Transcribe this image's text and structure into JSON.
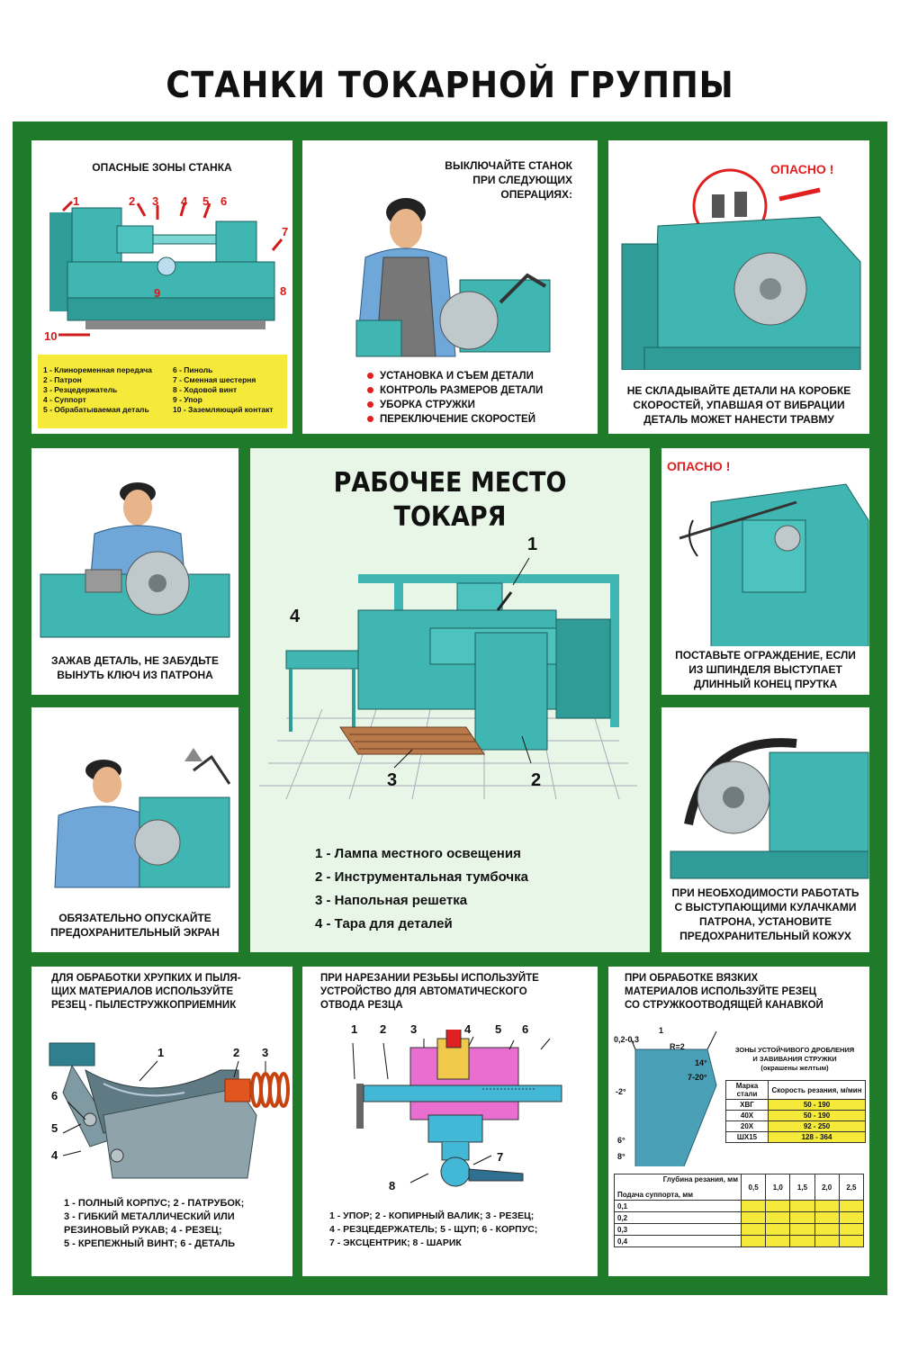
{
  "title": "СТАНКИ ТОКАРНОЙ ГРУППЫ",
  "colors": {
    "frame": "#1f7a2a",
    "machine": "#3fb6b2",
    "legend_bg": "#f5ea3a",
    "danger": "#e02020"
  },
  "p1": {
    "heading": "ОПАСНЫЕ ЗОНЫ СТАНКА",
    "marks": [
      "1",
      "2",
      "3",
      "4",
      "5",
      "6",
      "7",
      "8",
      "9",
      "10"
    ],
    "legend_left": [
      "1 - Клиноременная передача",
      "2 - Патрон",
      "3 - Резцедержатель",
      "4 - Суппорт",
      "5 - Обрабатываемая деталь"
    ],
    "legend_right": [
      "6 - Пиноль",
      "7 - Сменная шестерня",
      "8 - Ходовой винт",
      "9 - Упор",
      "10 - Заземляющий контакт"
    ]
  },
  "p2": {
    "heading_lines": [
      "ВЫКЛЮЧАЙТЕ СТАНОК",
      "ПРИ СЛЕДУЮЩИХ",
      "ОПЕРАЦИЯХ:"
    ],
    "bullets": [
      "УСТАНОВКА И СЪЕМ ДЕТАЛИ",
      "КОНТРОЛЬ РАЗМЕРОВ ДЕТАЛИ",
      "УБОРКА СТРУЖКИ",
      "ПЕРЕКЛЮЧЕНИЕ СКОРОСТЕЙ"
    ]
  },
  "p3": {
    "danger": "ОПАСНО !",
    "caption_lines": [
      "НЕ СКЛАДЫВАЙТЕ ДЕТАЛИ НА КОРОБКЕ",
      "СКОРОСТЕЙ, УПАВШАЯ ОТ ВИБРАЦИИ",
      "ДЕТАЛЬ МОЖЕТ НАНЕСТИ ТРАВМУ"
    ]
  },
  "p4": {
    "caption_lines": [
      "ЗАЖАВ ДЕТАЛЬ, НЕ ЗАБУДЬТЕ",
      "ВЫНУТЬ КЛЮЧ ИЗ ПАТРОНА"
    ]
  },
  "center": {
    "title_lines": [
      "РАБОЧЕЕ МЕСТО",
      "ТОКАРЯ"
    ],
    "marks": [
      "1",
      "2",
      "3",
      "4"
    ],
    "items": [
      "1 - Лампа местного освещения",
      "2 - Инструментальная тумбочка",
      "3 - Напольная решетка",
      "4 - Тара для деталей"
    ]
  },
  "p5": {
    "danger": "ОПАСНО !",
    "caption_lines": [
      "ПОСТАВЬТЕ ОГРАЖДЕНИЕ, ЕСЛИ",
      "ИЗ ШПИНДЕЛЯ ВЫСТУПАЕТ",
      "ДЛИННЫЙ КОНЕЦ ПРУТКА"
    ]
  },
  "p6": {
    "caption_lines": [
      "ОБЯЗАТЕЛЬНО ОПУСКАЙТЕ",
      "ПРЕДОХРАНИТЕЛЬНЫЙ ЭКРАН"
    ]
  },
  "p7": {
    "caption_lines": [
      "ПРИ НЕОБХОДИМОСТИ РАБОТАТЬ",
      "С ВЫСТУПАЮЩИМИ КУЛАЧКАМИ",
      "ПАТРОНА, УСТАНОВИТЕ",
      "ПРЕДОХРАНИТЕЛЬНЫЙ КОЖУХ"
    ]
  },
  "p8": {
    "heading_lines": [
      "ДЛЯ ОБРАБОТКИ ХРУПКИХ И ПЫЛЯ-",
      "ЩИХ МАТЕРИАЛОВ ИСПОЛЬЗУЙТЕ",
      "РЕЗЕЦ - ПЫЛЕСТРУЖКОПРИЕМНИК"
    ],
    "marks": [
      "1",
      "2",
      "3",
      "4",
      "5",
      "6"
    ],
    "legend_lines": [
      "1 - ПОЛНЫЙ КОРПУС; 2 - ПАТРУБОК;",
      "3 - ГИБКИЙ МЕТАЛЛИЧЕСКИЙ ИЛИ",
      "РЕЗИНОВЫЙ РУКАВ; 4 - РЕЗЕЦ;",
      "5 - КРЕПЕЖНЫЙ ВИНТ; 6 - ДЕТАЛЬ"
    ]
  },
  "p9": {
    "heading_lines": [
      "ПРИ НАРЕЗАНИИ РЕЗЬБЫ ИСПОЛЬЗУЙТЕ",
      "УСТРОЙСТВО ДЛЯ АВТОМАТИЧЕСКОГО",
      "ОТВОДА РЕЗЦА"
    ],
    "marks": [
      "1",
      "2",
      "3",
      "4",
      "5",
      "6",
      "7",
      "8"
    ],
    "legend_lines": [
      "1 - УПОР; 2 - КОПИРНЫЙ ВАЛИК; 3 - РЕЗЕЦ;",
      "4 - РЕЗЦЕДЕРЖАТЕЛЬ; 5 - ЩУП; 6 - КОРПУС;",
      "7 - ЭКСЦЕНТРИК; 8 - ШАРИК"
    ]
  },
  "p10": {
    "heading_lines": [
      "ПРИ ОБРАБОТКЕ ВЯЗКИХ",
      "МАТЕРИАЛОВ ИСПОЛЬЗУЙТЕ РЕЗЕЦ",
      "СО СТРУЖКООТВОДЯЩЕЙ КАНАВКОЙ"
    ],
    "angles": [
      "0,2-0,3",
      "1",
      "R=2",
      "14°",
      "-2°",
      "7-20°",
      "6°",
      "8°"
    ],
    "zones_lines": [
      "ЗОНЫ УСТОЙЧИВОГО ДРОБЛЕНИЯ",
      "И ЗАВИВАНИЯ СТРУЖКИ",
      "(окрашены желтым)"
    ],
    "steel_table": {
      "headers": [
        "Марка стали",
        "Скорость резания, м/мин"
      ],
      "rows": [
        [
          "ХВГ",
          "50 - 190"
        ],
        [
          "40Х",
          "50 - 190"
        ],
        [
          "20Х",
          "92 - 250"
        ],
        [
          "ШХ15",
          "128 - 364"
        ]
      ]
    },
    "depth_table": {
      "corner_top": "Глубина резания, мм",
      "corner_bottom": "Подача суппорта, мм",
      "cols": [
        "0,5",
        "1,0",
        "1,5",
        "2,0",
        "2,5"
      ],
      "rows": [
        "0,1",
        "0,2",
        "0,3",
        "0,4"
      ]
    }
  }
}
